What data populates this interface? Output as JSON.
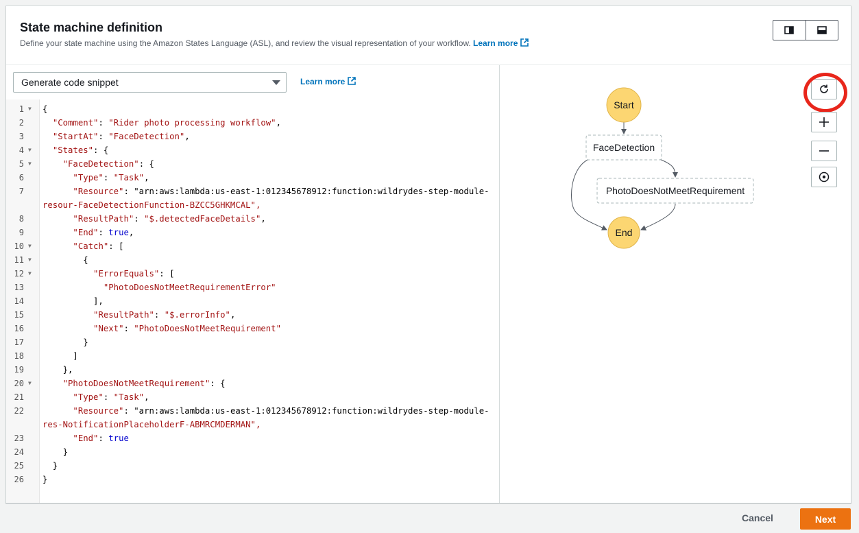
{
  "header": {
    "title": "State machine definition",
    "description": "Define your state machine using the Amazon States Language (ASL), and review the visual representation of your workflow.",
    "learn_more": "Learn more"
  },
  "editor": {
    "snippet_select": "Generate code snippet",
    "learn_more": "Learn more"
  },
  "graph": {
    "nodes": {
      "start": "Start",
      "face_detection": "FaceDetection",
      "photo_requirement": "PhotoDoesNotMeetRequirement",
      "end": "End"
    },
    "controls": [
      "refresh-icon",
      "zoom-in-icon",
      "zoom-out-icon",
      "center-icon"
    ]
  },
  "footer": {
    "cancel_label": "Cancel",
    "next_label": "Next"
  },
  "colors": {
    "accent": "#ec7211",
    "link": "#0073bb",
    "node_fill": "#fcd672",
    "highlight_ring": "#e8261b"
  },
  "code_lines": [
    {
      "n": "1",
      "fold": true,
      "t": "{"
    },
    {
      "n": "2",
      "fold": false,
      "t": "  \"Comment\": \"Rider photo processing workflow\","
    },
    {
      "n": "3",
      "fold": false,
      "t": "  \"StartAt\": \"FaceDetection\","
    },
    {
      "n": "4",
      "fold": true,
      "t": "  \"States\": {"
    },
    {
      "n": "5",
      "fold": true,
      "t": "    \"FaceDetection\": {"
    },
    {
      "n": "6",
      "fold": false,
      "t": "      \"Type\": \"Task\","
    },
    {
      "n": "7",
      "fold": false,
      "t": "      \"Resource\": \"arn:aws:lambda:us-east-1:012345678912:function:wildrydes-step-module-"
    },
    {
      "n": "",
      "fold": false,
      "t": "resour-FaceDetectionFunction-BZCC5GHKMCAL\","
    },
    {
      "n": "8",
      "fold": false,
      "t": "      \"ResultPath\": \"$.detectedFaceDetails\","
    },
    {
      "n": "9",
      "fold": false,
      "t": "      \"End\": true,"
    },
    {
      "n": "10",
      "fold": true,
      "t": "      \"Catch\": ["
    },
    {
      "n": "11",
      "fold": true,
      "t": "        {"
    },
    {
      "n": "12",
      "fold": true,
      "t": "          \"ErrorEquals\": ["
    },
    {
      "n": "13",
      "fold": false,
      "t": "            \"PhotoDoesNotMeetRequirementError\""
    },
    {
      "n": "14",
      "fold": false,
      "t": "          ],"
    },
    {
      "n": "15",
      "fold": false,
      "t": "          \"ResultPath\": \"$.errorInfo\","
    },
    {
      "n": "16",
      "fold": false,
      "t": "          \"Next\": \"PhotoDoesNotMeetRequirement\""
    },
    {
      "n": "17",
      "fold": false,
      "t": "        }"
    },
    {
      "n": "18",
      "fold": false,
      "t": "      ]"
    },
    {
      "n": "19",
      "fold": false,
      "t": "    },"
    },
    {
      "n": "20",
      "fold": true,
      "t": "    \"PhotoDoesNotMeetRequirement\": {"
    },
    {
      "n": "21",
      "fold": false,
      "t": "      \"Type\": \"Task\","
    },
    {
      "n": "22",
      "fold": false,
      "t": "      \"Resource\": \"arn:aws:lambda:us-east-1:012345678912:function:wildrydes-step-module-"
    },
    {
      "n": "",
      "fold": false,
      "t": "res-NotificationPlaceholderF-ABMRCMDERMAN\","
    },
    {
      "n": "23",
      "fold": false,
      "t": "      \"End\": true"
    },
    {
      "n": "24",
      "fold": false,
      "t": "    }"
    },
    {
      "n": "25",
      "fold": false,
      "t": "  }"
    },
    {
      "n": "26",
      "fold": false,
      "t": "}"
    }
  ]
}
